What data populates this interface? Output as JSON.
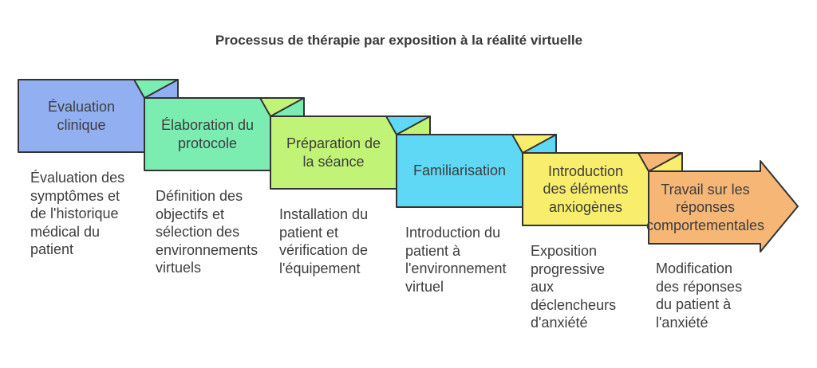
{
  "title": "Processus de thérapie par exposition à la réalité virtuelle",
  "diagram": {
    "stroke_color": "#333333",
    "text_color": "#3d3d3d",
    "background_color": "#ffffff",
    "steps": [
      {
        "label": "Évaluation\nclinique",
        "description": "Évaluation des\nsymptômes et\nde l'historique\nmédical du\npatient",
        "color": "#92AFF1"
      },
      {
        "label": "Élaboration du\nprotocole",
        "description": "Définition des\nobjectifs et\nsélection des\nenvironnements\nvirtuels",
        "color": "#7BEDB1"
      },
      {
        "label": "Préparation de\nla séance",
        "description": "Installation du\npatient et\nvérification de\nl'équipement",
        "color": "#C1F476"
      },
      {
        "label": "Familiarisation",
        "description": "Introduction du\npatient à\nl'environnement\nvirtuel",
        "color": "#5FD8F5"
      },
      {
        "label": "Introduction\ndes éléments\nanxiogènes",
        "description": "Exposition\nprogressive\naux\ndéclencheurs\nd'anxiété",
        "color": "#F9ED6C"
      },
      {
        "label": "Travail sur les\nréponses\ncomportementales",
        "description": "Modification\ndes réponses\ndu patient à\nl'anxiété",
        "color": "#F5B676"
      }
    ]
  }
}
